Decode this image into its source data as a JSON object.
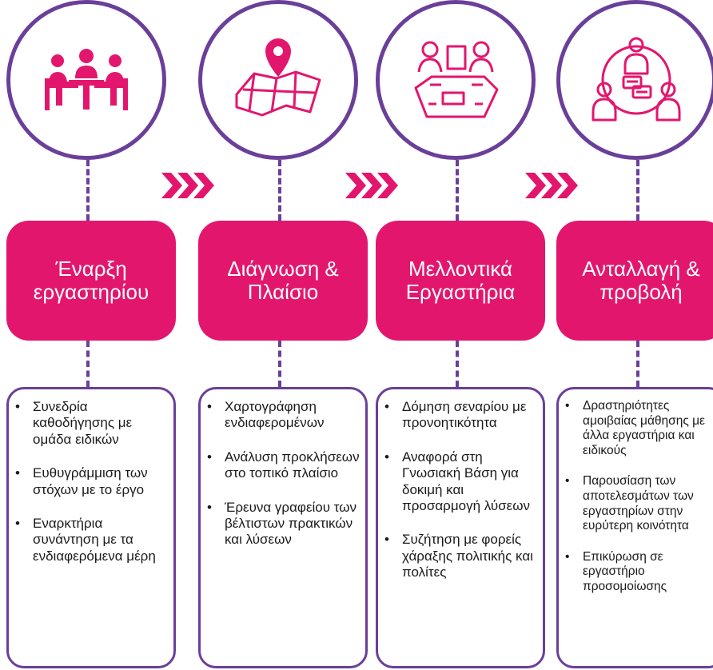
{
  "colors": {
    "purple": "#6a3f9a",
    "magenta": "#e3166e"
  },
  "stages": [
    {
      "icon": "meeting-table-icon",
      "title_lines": [
        "Έναρξη",
        "εργαστηρίου"
      ],
      "items": [
        "Συνεδρία καθοδήγησης με ομάδα ειδικών",
        "Ευθυγράμμιση των στόχων με το έργο",
        "Εναρκτήρια συνάντηση με τα ενδιαφερόμενα μέρη"
      ]
    },
    {
      "icon": "map-pin-icon",
      "title_lines": [
        "Διάγνωση &",
        "Πλαίσιο"
      ],
      "items": [
        "Χαρτογράφηση ενδιαφερομένων",
        "Ανάλυση προκλήσεων στο τοπικό πλαίσιο",
        "Έρευνα γραφείου των βέλτιστων πρακτικών και λύσεων"
      ]
    },
    {
      "icon": "group-workshop-icon",
      "title_lines": [
        "Μελλοντικά",
        "Εργαστήρια"
      ],
      "items": [
        "Δόμηση σεναρίου με προνοητικότητα",
        "Αναφορά στη Γνωσιακή Βάση για δοκιμή και προσαρμογή λύσεων",
        "Συζήτηση με φορείς χάραξης πολιτικής και πολίτες"
      ]
    },
    {
      "icon": "peer-exchange-icon",
      "title_lines": [
        "Ανταλλαγή &",
        "προβολή"
      ],
      "items": [
        "Δραστηριότητες αμοιβαίας μάθησης με άλλα εργαστήρια και ειδικούς",
        "Παρουσίαση των αποτελεσμάτων των εργαστηρίων στην ευρύτερη κοινότητα",
        "Επικύρωση σε εργαστήριο προσομοίωσης"
      ]
    }
  ]
}
